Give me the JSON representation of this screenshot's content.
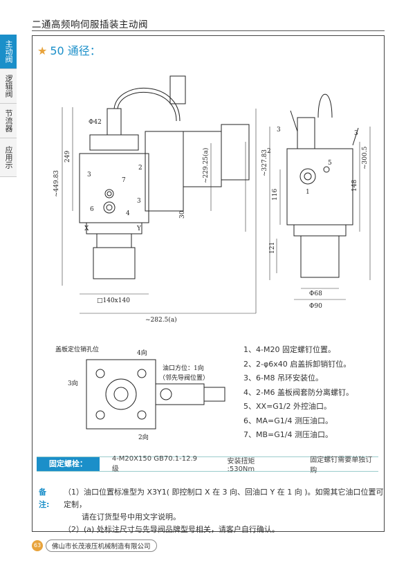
{
  "page_title": "二通高频响伺服插装主动阀",
  "section_title": "50 通径：",
  "side_tabs": [
    "主动阀",
    "逻辑阀",
    "节流器",
    "应用示例"
  ],
  "drawing_labels": {
    "phi42": "Φ42",
    "dim_449_83": "~449.83",
    "dim_249": "249",
    "dim_229_25": "~229.25(a)",
    "dim_30": "30",
    "dim_140": "□140x140",
    "dim_282_5": "~282.5(a)",
    "dim_327_83": "~327.83",
    "dim_300_5": "~300.5",
    "dim_116": "116",
    "dim_148": "148",
    "dim_121": "121",
    "phi68": "Φ68",
    "phi90": "Φ90",
    "x": "X",
    "y": "Y",
    "n1": "1",
    "n2": "2",
    "n3": "3",
    "n4": "4",
    "n5": "5",
    "n6": "6",
    "n7": "7"
  },
  "plan_labels": {
    "locating_hole": "盖板定位销孔位",
    "dir4": "4向",
    "dir3": "3向",
    "dir2": "2向",
    "oil_port": "油口方位：1向",
    "oil_port_note": "（邻先导阀位置）"
  },
  "notes": [
    "1、4-M20 固定螺钉位置。",
    "2、2-φ6x40 启盖拆卸销钉位。",
    "3、6-M8 吊环安装位。",
    "4、2-M6 盖板阀套防分离螺钉。",
    "5、XX=G1/2 外控油口。",
    "6、MA=G1/4 测压油口。",
    "7、MB=G1/4 测压油口。"
  ],
  "bolt": {
    "label": "固定螺栓：",
    "spec": "4-M20X150  GB70.1-12.9 级",
    "torque": "安装扭矩 :530Nm",
    "note": "固定螺钉需要单独订购"
  },
  "remark": {
    "label": "备注:",
    "line1": "（1）油口位置标准型为 X3Y1( 即控制口 X 在 3 向、回油口 Y 在 1 向 )。如需其它油口位置可定制，",
    "line2": "请在订货型号中用文字说明。",
    "line3": "（2）(a) 处标注尺寸与先导阀品牌型号相关，请客户自行确认。"
  },
  "footer": {
    "page": "63",
    "company": "佛山市长茂液压机械制造有限公司"
  },
  "colors": {
    "accent": "#1b8fc9",
    "star": "#e8a33b"
  }
}
